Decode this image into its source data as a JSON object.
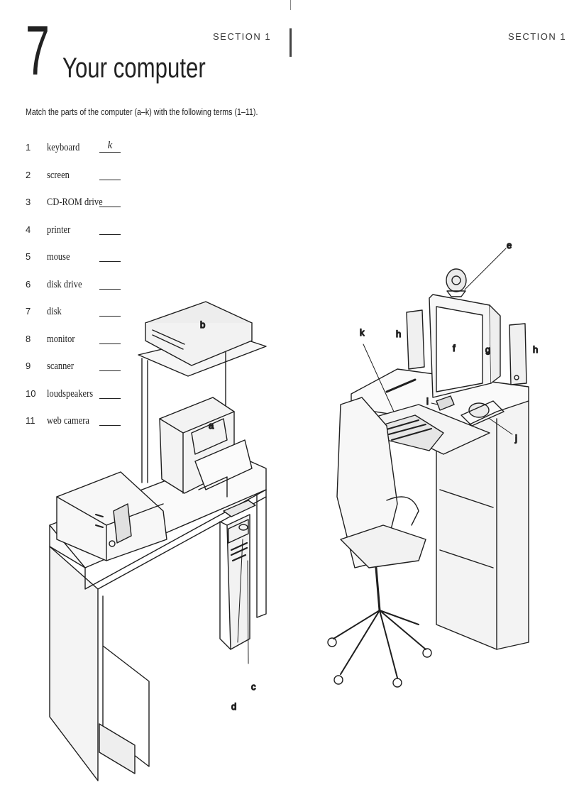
{
  "header": {
    "unit_number": "7",
    "unit_title": "Your computer",
    "section_left": "SECTION 1",
    "section_right": "SECTION 1"
  },
  "instructions": "Match the parts of the computer (a–k) with the following terms (1–11).",
  "terms": [
    {
      "num": "1",
      "word": "keyboard",
      "answer": "k"
    },
    {
      "num": "2",
      "word": "screen",
      "answer": ""
    },
    {
      "num": "3",
      "word": "CD-ROM drive",
      "answer": ""
    },
    {
      "num": "4",
      "word": "printer",
      "answer": ""
    },
    {
      "num": "5",
      "word": "mouse",
      "answer": ""
    },
    {
      "num": "6",
      "word": "disk drive",
      "answer": ""
    },
    {
      "num": "7",
      "word": "disk",
      "answer": ""
    },
    {
      "num": "8",
      "word": "monitor",
      "answer": ""
    },
    {
      "num": "9",
      "word": "scanner",
      "answer": ""
    },
    {
      "num": "10",
      "word": "loudspeakers",
      "answer": ""
    },
    {
      "num": "11",
      "word": "web camera",
      "answer": ""
    }
  ],
  "illustration_labels": {
    "a": "a",
    "b": "b",
    "c": "c",
    "d": "d",
    "e": "e",
    "f": "f",
    "g": "g",
    "h_left": "h",
    "h_right": "h",
    "i": "i",
    "j": "j",
    "k": "k"
  }
}
